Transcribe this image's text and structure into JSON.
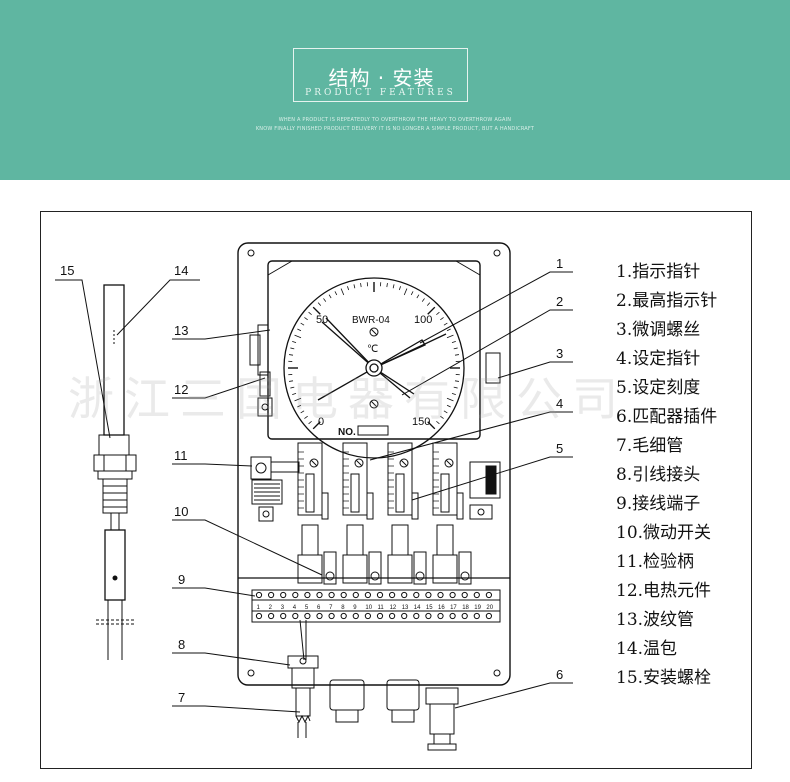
{
  "banner": {
    "title": "结构 · 安装",
    "subtitle": "PRODUCT FEATURES",
    "tagline_1": "WHEN A PRODUCT IS REPEATEDLY TO OVERTHROW THE HEAVY TO OVERTHROW AGAIN",
    "tagline_2": "KNOW FINALLY FINISHED PRODUCT DELIVERY IT IS NO LONGER A SIMPLE PRODUCT, BUT A HANDICRAFT",
    "background_color": "#5fb6a1"
  },
  "diagram": {
    "model": "BWR-04",
    "no_label": "NO.",
    "celsius": "℃",
    "dial_numbers": [
      "0",
      "50",
      "100",
      "150"
    ],
    "callouts": [
      "1",
      "2",
      "3",
      "4",
      "5",
      "6",
      "7",
      "8",
      "9",
      "10",
      "11",
      "12",
      "13",
      "14",
      "15"
    ],
    "terminal_numbers": [
      "1",
      "2",
      "3",
      "4",
      "5",
      "6",
      "7",
      "8",
      "9",
      "10",
      "11",
      "12",
      "13",
      "14",
      "15",
      "16",
      "17",
      "18",
      "19",
      "20"
    ]
  },
  "legend": [
    "1.指示指针",
    "2.最高指示针",
    "3.微调螺丝",
    "4.设定指针",
    "5.设定刻度",
    "6.匹配器插件",
    "7.毛细管",
    "8.引线接头",
    "9.接线端子",
    "10.微动开关",
    "11.检验柄",
    "12.电热元件",
    "13.波纹管",
    "14.温包",
    "15.安装螺栓"
  ],
  "watermark": "浙江三国电器有限公司"
}
